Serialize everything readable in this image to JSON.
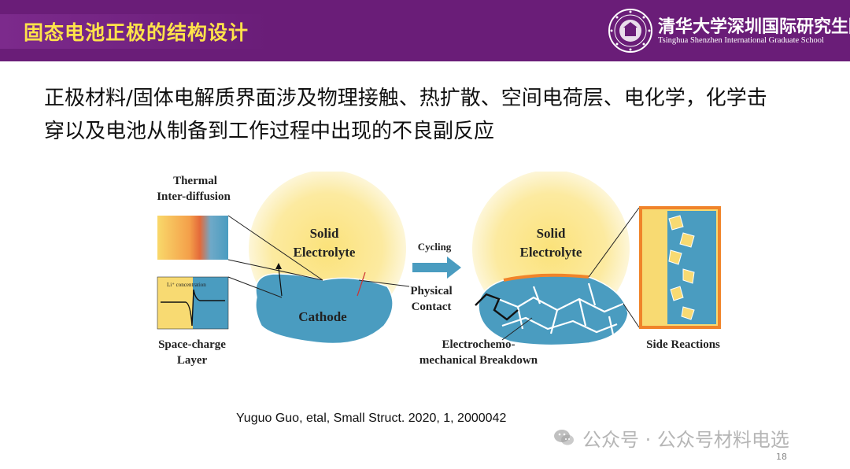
{
  "header": {
    "title": "固态电池正极的结构设计",
    "logo_cn": "清华大学深圳国际研究生院",
    "logo_en": "Tsinghua Shenzhen International Graduate School",
    "accent_color": "#6a1d78",
    "title_color": "#ffe34a"
  },
  "body": {
    "line1": "正极材料/固体电解质界面涉及物理接触、热扩散、空间电荷层、电化学，化学击",
    "line2": "穿以及电池从制备到工作过程中出现的不良副反应"
  },
  "figure": {
    "thermal_line1": "Thermal",
    "thermal_line2": "Inter-diffusion",
    "li_conc": "Li⁺ concentration",
    "space_charge_line1": "Space-charge",
    "space_charge_line2": "Layer",
    "solid": "Solid",
    "electrolyte": "Electrolyte",
    "cathode": "Cathode",
    "cycling": "Cycling",
    "physical": "Physical",
    "contact": "Contact",
    "solid2": "Solid",
    "electrolyte2": "Electrolyte",
    "breakdown_line1": "Electrochemo-",
    "breakdown_line2": "mechanical Breakdown",
    "side_reactions": "Side Reactions"
  },
  "citation": "Yuguo Guo, etal, Small Struct. 2020, 1, 2000042",
  "watermark": "公众号 · 公众号材料电选",
  "page_number": "18"
}
